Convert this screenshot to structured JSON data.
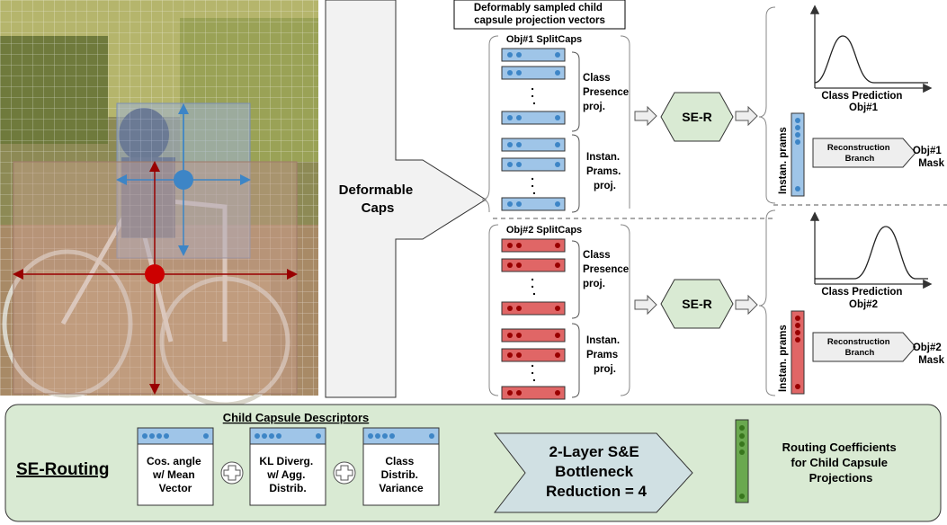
{
  "photo": {
    "alt_colors": {
      "grass": "#a8a86a",
      "path": "#9a7a58",
      "shade": "#4f5a3a"
    }
  },
  "deformable_caps": "Deformable|Caps",
  "sampled_title": "Deformably sampled child|capsule projection vectors",
  "obj1": {
    "splitcaps": "Obj#1 SplitCaps",
    "class_presence": "Class|Presence|proj.",
    "instan_prams": "Instan.|Prams.|proj.",
    "class_prediction": "Class Prediction|Obj#1",
    "mask": "Obj#1|Mask"
  },
  "obj2": {
    "splitcaps": "Obj#2 SplitCaps",
    "class_presence": "Class|Presence|proj.",
    "instan_prams": "Instan.|Prams|proj.",
    "class_prediction": "Class Prediction|Obj#2",
    "mask": "Obj#2|Mask"
  },
  "se_r": "SE-R",
  "instan_prams_vertical": "Instan. prams",
  "reconstruction": "Reconstruction|Branch",
  "dots": ".|.|.",
  "bottom": {
    "title": "SE-Routing",
    "descriptors_title": "Child Capsule Descriptors",
    "desc1": "Cos. angle|w/ Mean|Vector",
    "desc2": "KL Diverg.|w/ Agg.|Distrib.",
    "desc3": "Class|Distrib.|Variance",
    "bottleneck": "2-Layer S&E|Bottleneck|Reduction = 4",
    "routing": "Routing Coefficients|for Child Capsule|Projections"
  },
  "colors": {
    "blue_bar": "#9fc5e8",
    "blue_dot": "#3d85c6",
    "red_bar": "#e06666",
    "red_dot": "#990000",
    "green_bg": "#d9ead3",
    "green_dot": "#38761d",
    "green_bar": "#6aa84f",
    "bottleneck_fill": "#d0e0e3"
  }
}
